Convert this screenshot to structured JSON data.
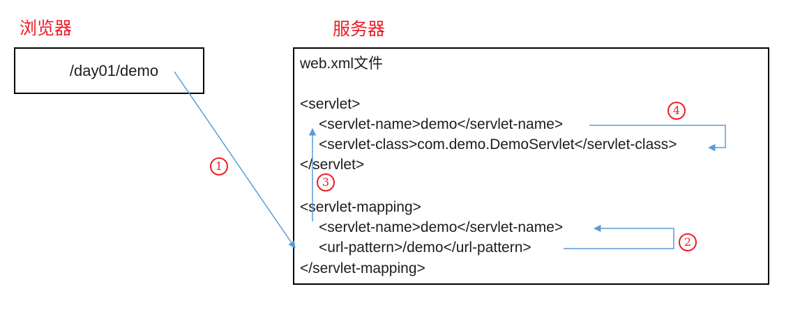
{
  "browser": {
    "title": "浏览器",
    "request_path": "/day01/demo"
  },
  "server": {
    "title": "服务器",
    "file_label": "web.xml文件",
    "servlet_block": {
      "open_tag": "<servlet>",
      "name_line": "<servlet-name>demo</servlet-name>",
      "class_line": "<servlet-class>com.demo.DemoServlet</servlet-class>",
      "close_tag": "</servlet>"
    },
    "mapping_block": {
      "open_tag": "<servlet-mapping>",
      "name_line": "<servlet-name>demo</servlet-name>",
      "url_pattern_line": "<url-pattern>/demo</url-pattern>",
      "close_tag": "</servlet-mapping>"
    }
  },
  "steps": [
    {
      "number": "1"
    },
    {
      "number": "2"
    },
    {
      "number": "3"
    },
    {
      "number": "4"
    }
  ],
  "colors": {
    "accent_red": "#ee1c24",
    "arrow_blue": "#5b9bd5",
    "box_border": "#000000"
  }
}
